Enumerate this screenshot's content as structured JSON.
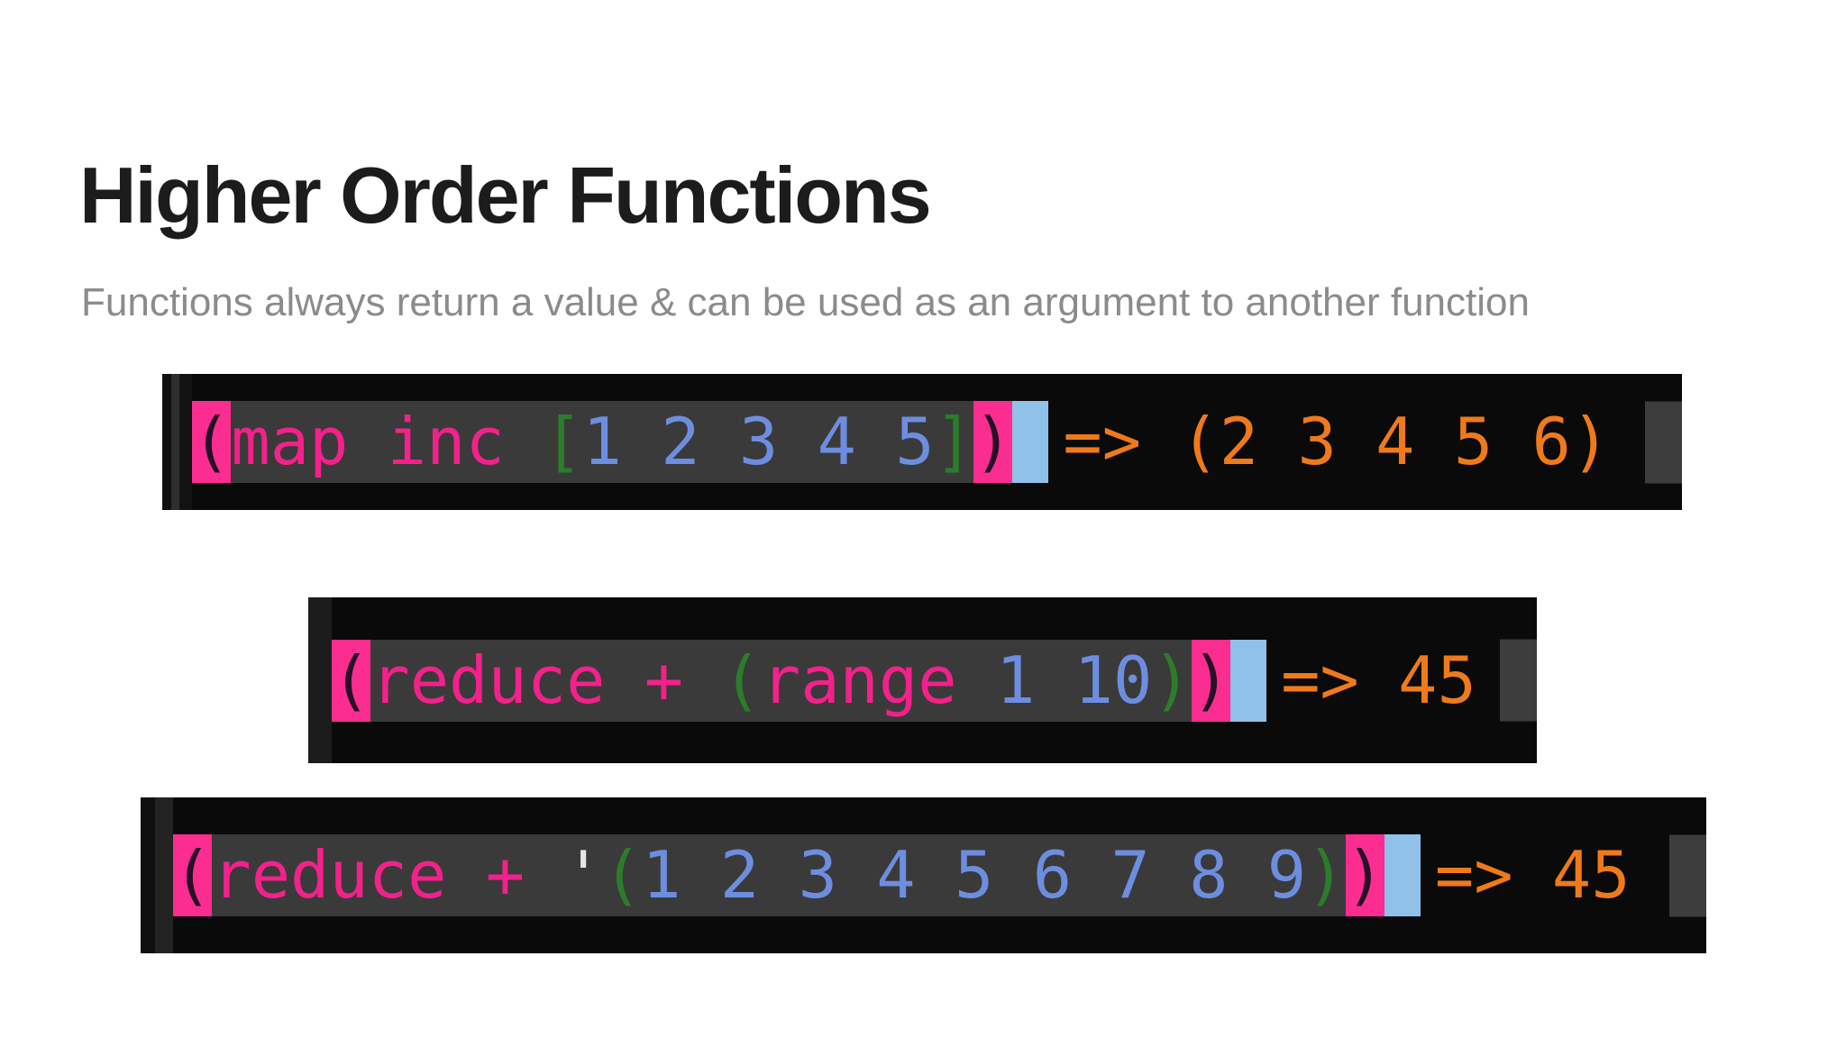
{
  "slide": {
    "title": "Higher Order Functions",
    "subtitle": "Functions always return a value & can be used as an argument to another function"
  },
  "palette": {
    "page_background": "#ffffff",
    "title_color": "#1c1c1c",
    "subtitle_color": "#8b8b8b",
    "editor_background": "#0a0a0a",
    "current_line_background": "#3a3a3a",
    "keyword_pink": "#f2218b",
    "paren_match_highlight_bg": "#fb2d90",
    "paren_match_glyph": "#251027",
    "delimiter_green": "#2b7d2b",
    "number_blue": "#6d8ee0",
    "quote_white": "#e6e6e6",
    "result_orange": "#ef7a1a",
    "cursor_blue": "#8fc1e9",
    "end_block_gray": "#3d3d3d"
  },
  "code_lines": [
    {
      "id": "map-inc",
      "source": "(map inc [1 2 3 4 5])",
      "tokens": [
        {
          "text": "(",
          "style": "hl"
        },
        {
          "text": "map inc ",
          "style": "pink"
        },
        {
          "text": "[",
          "style": "green"
        },
        {
          "text": "1 2 3 4 5",
          "style": "blue"
        },
        {
          "text": "]",
          "style": "green"
        },
        {
          "text": ")",
          "style": "hl"
        },
        {
          "text": "",
          "style": "cursor"
        }
      ],
      "result": "=> (2 3 4 5 6)"
    },
    {
      "id": "reduce-range",
      "source": "(reduce + (range 1 10))",
      "tokens": [
        {
          "text": "(",
          "style": "hl"
        },
        {
          "text": "reduce + ",
          "style": "pink"
        },
        {
          "text": "(",
          "style": "green"
        },
        {
          "text": "range ",
          "style": "pink"
        },
        {
          "text": "1 10",
          "style": "blue"
        },
        {
          "text": ")",
          "style": "green"
        },
        {
          "text": ")",
          "style": "hl"
        },
        {
          "text": "",
          "style": "cursor"
        }
      ],
      "result": "=> 45"
    },
    {
      "id": "reduce-quoted-list",
      "source": "(reduce + '(1 2 3 4 5 6 7 8 9))",
      "tokens": [
        {
          "text": "(",
          "style": "hl"
        },
        {
          "text": "reduce + ",
          "style": "pink"
        },
        {
          "text": "'",
          "style": "white"
        },
        {
          "text": "(",
          "style": "green"
        },
        {
          "text": "1 2 3 4 5 6 7 8 9",
          "style": "blue"
        },
        {
          "text": ")",
          "style": "green"
        },
        {
          "text": ")",
          "style": "hl"
        },
        {
          "text": "",
          "style": "cursor"
        }
      ],
      "result": "=> 45"
    }
  ]
}
